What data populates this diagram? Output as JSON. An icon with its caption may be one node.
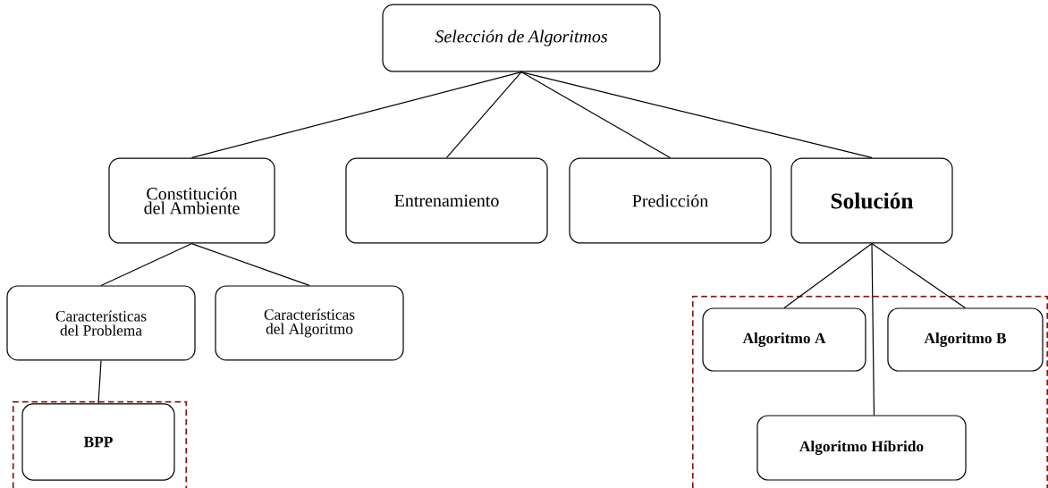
{
  "diagram": {
    "nodes": [
      {
        "text": [
          "Selección de Algoritmos"
        ]
      },
      {
        "text": [
          "Constitución del Ambiente"
        ]
      },
      {
        "text": [
          "Entrenamiento"
        ]
      },
      {
        "text": [
          "Predicción"
        ]
      },
      {
        "text": [
          "Solución"
        ]
      },
      {
        "text": [
          "Características del Problema"
        ]
      },
      {
        "text": [
          "Características del Algoritmo"
        ]
      },
      {
        "text": [],
        "shape": "box"
      },
      {
        "text": [
          "Algoritmo A"
        ],
        "in": 7
      },
      {
        "text": [
          "Algoritmo B"
        ],
        "in": 7
      },
      {
        "text": [],
        "shape": "box"
      },
      {
        "text": [
          "BPP"
        ],
        "in": 10
      },
      {
        "text": [
          "Algoritmo Híbrido"
        ],
        "in": 7
      }
    ],
    "edges": [
      {
        "from": 0,
        "to": 1,
        "arrow": "none"
      },
      {
        "from": 0,
        "to": 2,
        "arrow": "none"
      },
      {
        "from": 0,
        "to": 3,
        "arrow": "none"
      },
      {
        "from": 0,
        "to": 4,
        "arrow": "none"
      },
      {
        "from": 1,
        "to": 5,
        "arrow": "none"
      },
      {
        "from": 1,
        "to": 6,
        "arrow": "none"
      },
      {
        "from": 5,
        "to": 11,
        "arrow": "none"
      },
      {
        "from": 4,
        "to": 8,
        "arrow": "none"
      },
      {
        "from": 4,
        "to": 9,
        "arrow": "none"
      },
      {
        "from": 4,
        "to": 12,
        "arrow": "none"
      }
    ]
  }
}
